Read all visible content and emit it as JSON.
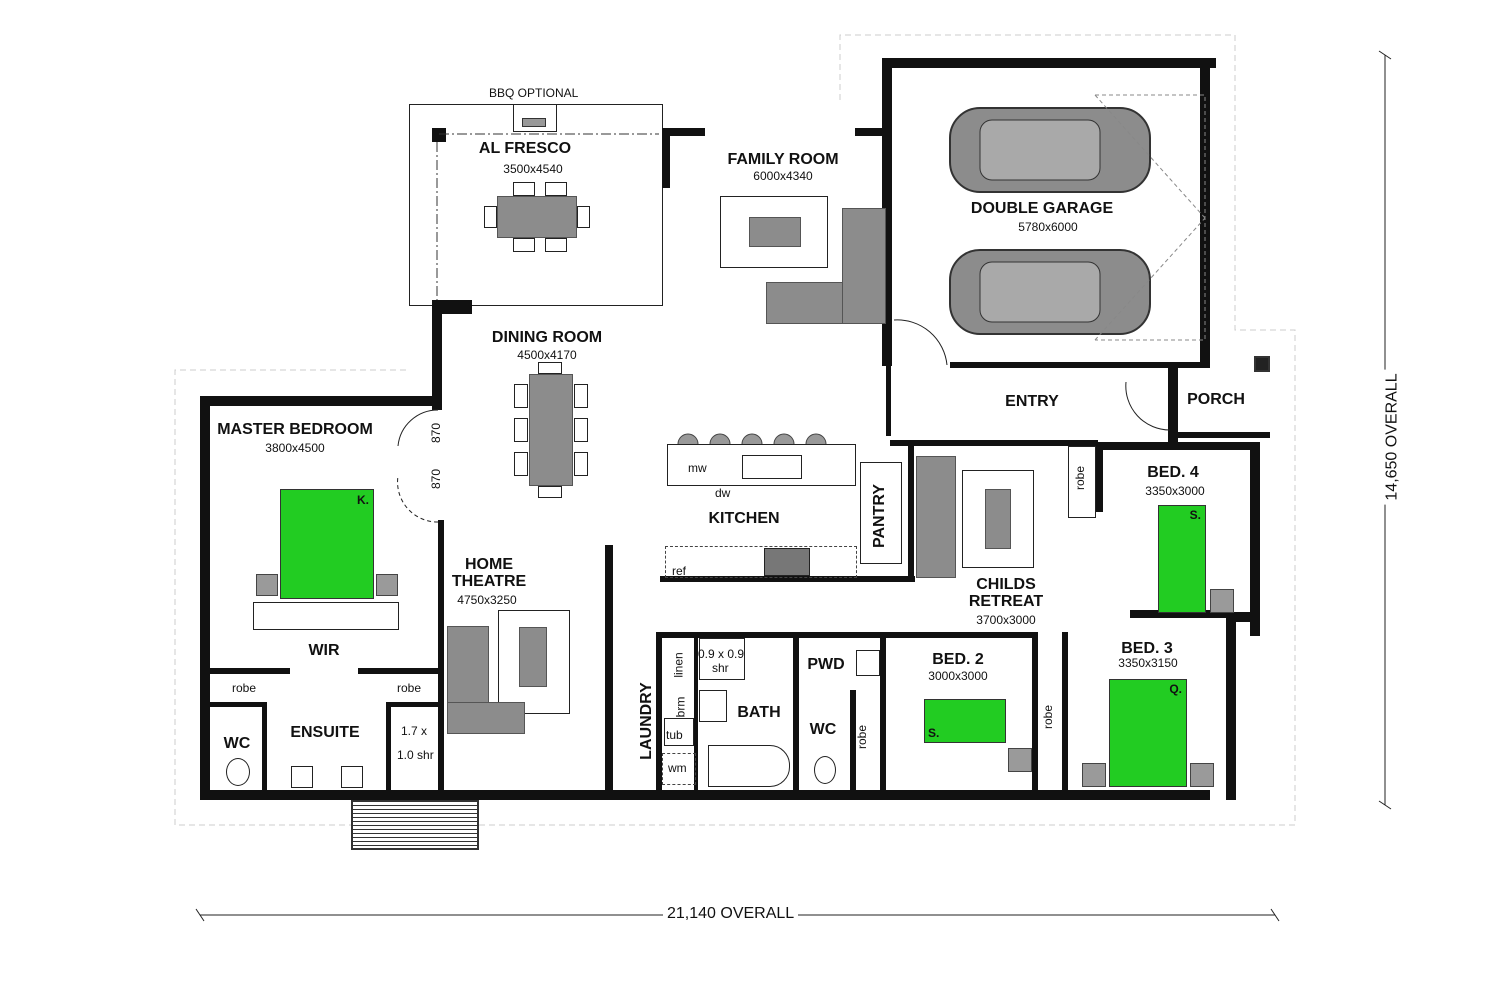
{
  "plan": {
    "overall_width": "21,140 OVERALL",
    "overall_depth": "14,650 OVERALL",
    "bbq_note": "BBQ OPTIONAL"
  },
  "rooms": {
    "alfresco": {
      "name": "AL FRESCO",
      "size": "3500x4540"
    },
    "family": {
      "name": "FAMILY ROOM",
      "size": "6000x4340"
    },
    "garage": {
      "name": "DOUBLE GARAGE",
      "size": "5780x6000"
    },
    "dining": {
      "name": "DINING ROOM",
      "size": "4500x4170"
    },
    "master": {
      "name": "MASTER BEDROOM",
      "size": "3800x4500"
    },
    "entry": {
      "name": "ENTRY"
    },
    "porch": {
      "name": "PORCH"
    },
    "kitchen": {
      "name": "KITCHEN"
    },
    "pantry": {
      "name": "PANTRY"
    },
    "theatre": {
      "name_line1": "HOME",
      "name_line2": "THEATRE",
      "size": "4750x3250"
    },
    "childs_retreat": {
      "name_line1": "CHILDS",
      "name_line2": "RETREAT",
      "size": "3700x3000"
    },
    "bed4": {
      "name": "BED. 4",
      "size": "3350x3000",
      "bed_tag": "S."
    },
    "bed3": {
      "name": "BED. 3",
      "size": "3350x3150",
      "bed_tag": "Q."
    },
    "bed2": {
      "name": "BED. 2",
      "size": "3000x3000",
      "bed_tag": "S."
    },
    "wir": {
      "name": "WIR"
    },
    "ensuite": {
      "name": "ENSUITE",
      "shower_line1": "1.7 x",
      "shower_line2": "1.0 shr"
    },
    "ensuite_wc": {
      "name": "WC"
    },
    "laundry": {
      "name": "LAUNDRY"
    },
    "bath": {
      "name": "BATH",
      "shower_line1": "0.9 x 0.9",
      "shower_line2": "shr"
    },
    "pwd": {
      "name": "PWD"
    },
    "wc": {
      "name": "WC"
    }
  },
  "master_bed_tag": "K.",
  "annotations": {
    "door_870_a": "870",
    "door_870_b": "870",
    "robe": "robe",
    "linen": "linen",
    "brm": "brm",
    "tub": "tub",
    "wm": "wm",
    "mw": "mw",
    "dw": "dw",
    "ref": "ref"
  },
  "colors": {
    "wall": "#111111",
    "bed_green": "#22cc22",
    "furniture_grey": "#8c8c8c"
  }
}
